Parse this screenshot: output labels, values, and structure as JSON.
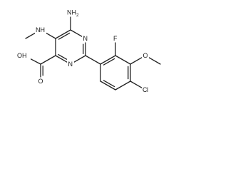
{
  "molecule": {
    "atoms": {
      "c4": "",
      "c5": "",
      "c6": "",
      "n1": "N",
      "c2": "",
      "n3": "N",
      "nh2": "NH2",
      "nh_methyl": "NH",
      "methyl_c": "",
      "cooh_c": "",
      "cooh_o_carbonyl": "O",
      "cooh_oh": "OH",
      "ar_c1": "",
      "ar_c2": "",
      "ar_c3": "",
      "ar_c4": "",
      "ar_c5": "",
      "ar_c6": "",
      "f": "F",
      "o_methoxy": "O",
      "methoxy_c": "",
      "cl": "Cl"
    },
    "bonds": [
      [
        "c4",
        "c5",
        1
      ],
      [
        "c5",
        "c6",
        2
      ],
      [
        "c6",
        "n1",
        1
      ],
      [
        "n1",
        "c2",
        2
      ],
      [
        "c2",
        "n3",
        1
      ],
      [
        "n3",
        "c4",
        2
      ],
      [
        "c6",
        "nh2",
        1
      ],
      [
        "c5",
        "nh_methyl",
        1
      ],
      [
        "nh_methyl",
        "methyl_c",
        1
      ],
      [
        "c4",
        "cooh_c",
        1
      ],
      [
        "cooh_c",
        "cooh_o_carbonyl",
        2
      ],
      [
        "cooh_c",
        "cooh_oh",
        1
      ],
      [
        "c2",
        "ar_c1",
        1
      ],
      [
        "ar_c1",
        "ar_c2",
        2
      ],
      [
        "ar_c2",
        "ar_c3",
        1
      ],
      [
        "ar_c3",
        "ar_c4",
        2
      ],
      [
        "ar_c4",
        "ar_c5",
        1
      ],
      [
        "ar_c5",
        "ar_c6",
        2
      ],
      [
        "ar_c6",
        "ar_c1",
        1
      ],
      [
        "ar_c2",
        "f",
        1
      ],
      [
        "ar_c3",
        "o_methoxy",
        1
      ],
      [
        "o_methoxy",
        "methoxy_c",
        1
      ],
      [
        "ar_c4",
        "cl",
        1
      ]
    ]
  }
}
